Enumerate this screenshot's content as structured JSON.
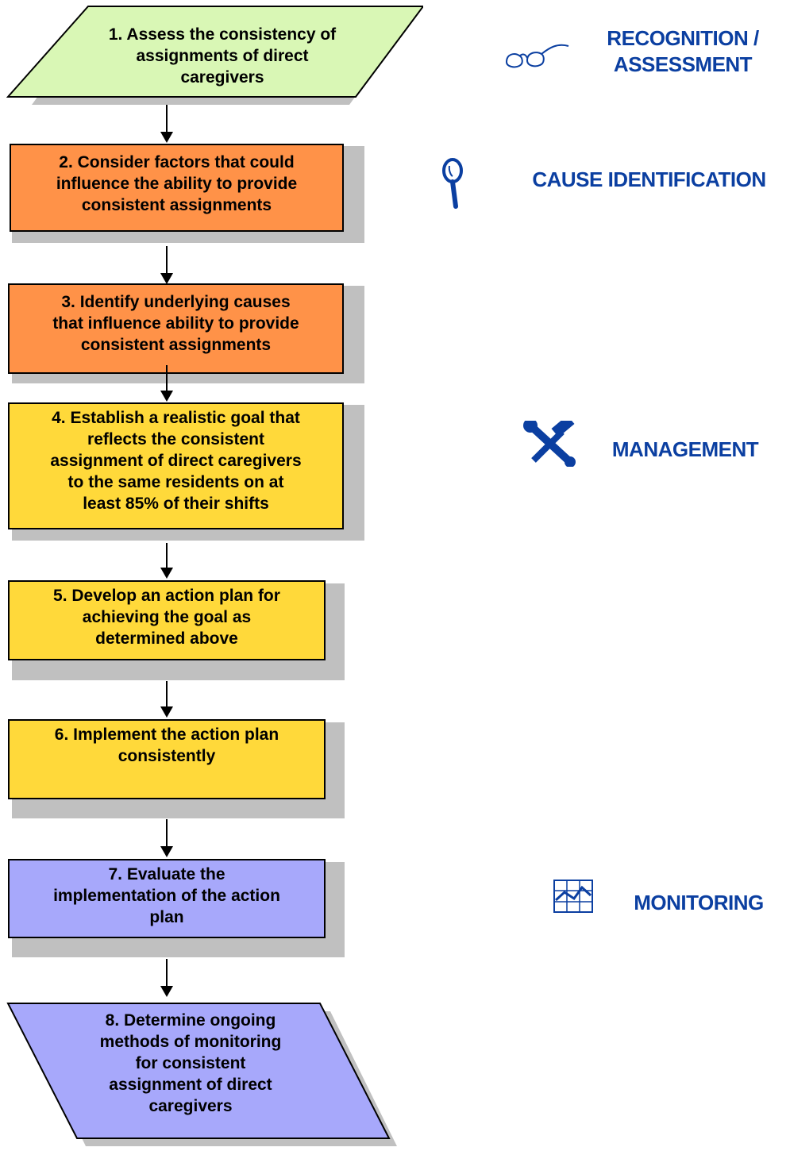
{
  "steps": [
    {
      "number": 1,
      "text": "1. Assess the consistency of\nassignments of direct\ncaregivers",
      "fill": "#d9f7b5"
    },
    {
      "number": 2,
      "text": "2. Consider factors that could\ninfluence the ability to provide\nconsistent assignments",
      "fill": "#ff9248"
    },
    {
      "number": 3,
      "text": "3. Identify underlying causes\nthat influence ability to provide\nconsistent assignments",
      "fill": "#ff9248"
    },
    {
      "number": 4,
      "text": "4. Establish a realistic goal that\nreflects the consistent\nassignment of direct caregivers\nto the same residents on at\nleast 85% of their shifts",
      "fill": "#ffd93a"
    },
    {
      "number": 5,
      "text": "5. Develop an action plan for\nachieving the goal as\ndetermined above",
      "fill": "#ffd93a"
    },
    {
      "number": 6,
      "text": "6. Implement the action plan\nconsistently",
      "fill": "#ffd93a"
    },
    {
      "number": 7,
      "text": "7. Evaluate the\nimplementation of the action\nplan",
      "fill": "#a7a8fb"
    },
    {
      "number": 8,
      "text": "8. Determine ongoing\nmethods of monitoring\nfor consistent\nassignment of direct\ncaregivers",
      "fill": "#a7a8fb"
    }
  ],
  "phases": [
    {
      "label": "RECOGNITION /\nASSESSMENT",
      "icon": "glasses-icon"
    },
    {
      "label": "CAUSE IDENTIFICATION",
      "icon": "magnifier-icon"
    },
    {
      "label": "MANAGEMENT",
      "icon": "tools-icon"
    },
    {
      "label": "MONITORING",
      "icon": "chart-icon"
    }
  ],
  "colors": {
    "label": "#0b3fa1",
    "shadow": "#c0c0c0"
  }
}
